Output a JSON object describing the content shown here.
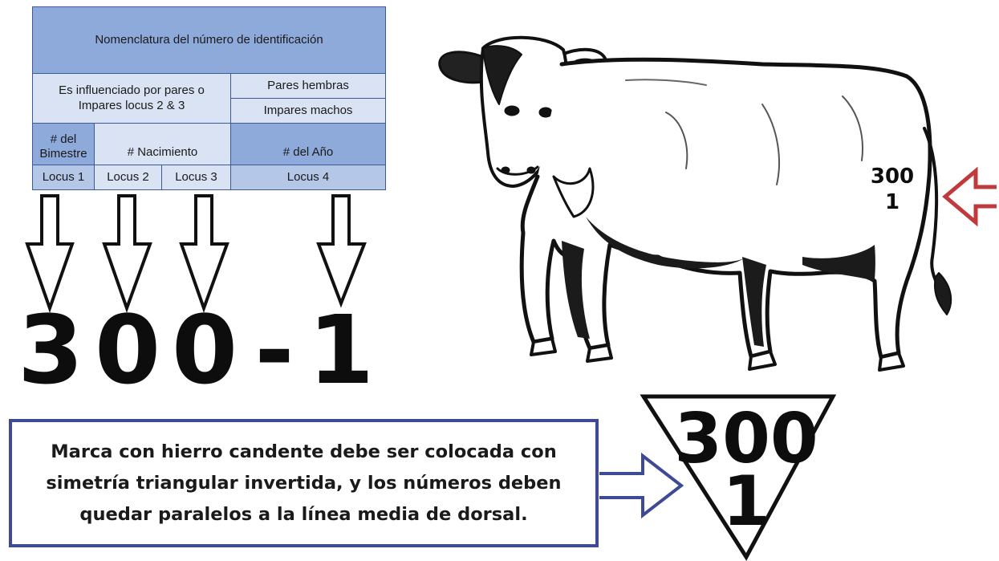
{
  "table": {
    "title": "Nomenclatura del número de identificación",
    "influence_line1": "Es influenciado por pares o",
    "influence_line2": "Impares locus 2 & 3",
    "pares": "Pares hembras",
    "impares": "Impares machos",
    "bimestre_line1": "# del",
    "bimestre_line2": "Bimestre",
    "nacimiento": "# Nacimiento",
    "anio": "# del Año",
    "locus": [
      "Locus 1",
      "Locus 2",
      "Locus 3",
      "Locus 4"
    ]
  },
  "digits": {
    "d1": "3",
    "d2": "0",
    "d3": "0",
    "dash": "-",
    "d4": "1"
  },
  "caption": "Marca con hierro candente debe ser colocada con simetría triangular invertida, y los números deben quedar paralelos a la línea media de dorsal.",
  "brand": {
    "top": "300",
    "bottom": "1"
  },
  "colors": {
    "table_dark": "#8eaadb",
    "table_light": "#dae3f3",
    "table_border": "#3d5a98",
    "caption_border": "#3e4a94",
    "red_arrow": "#c0393b"
  }
}
